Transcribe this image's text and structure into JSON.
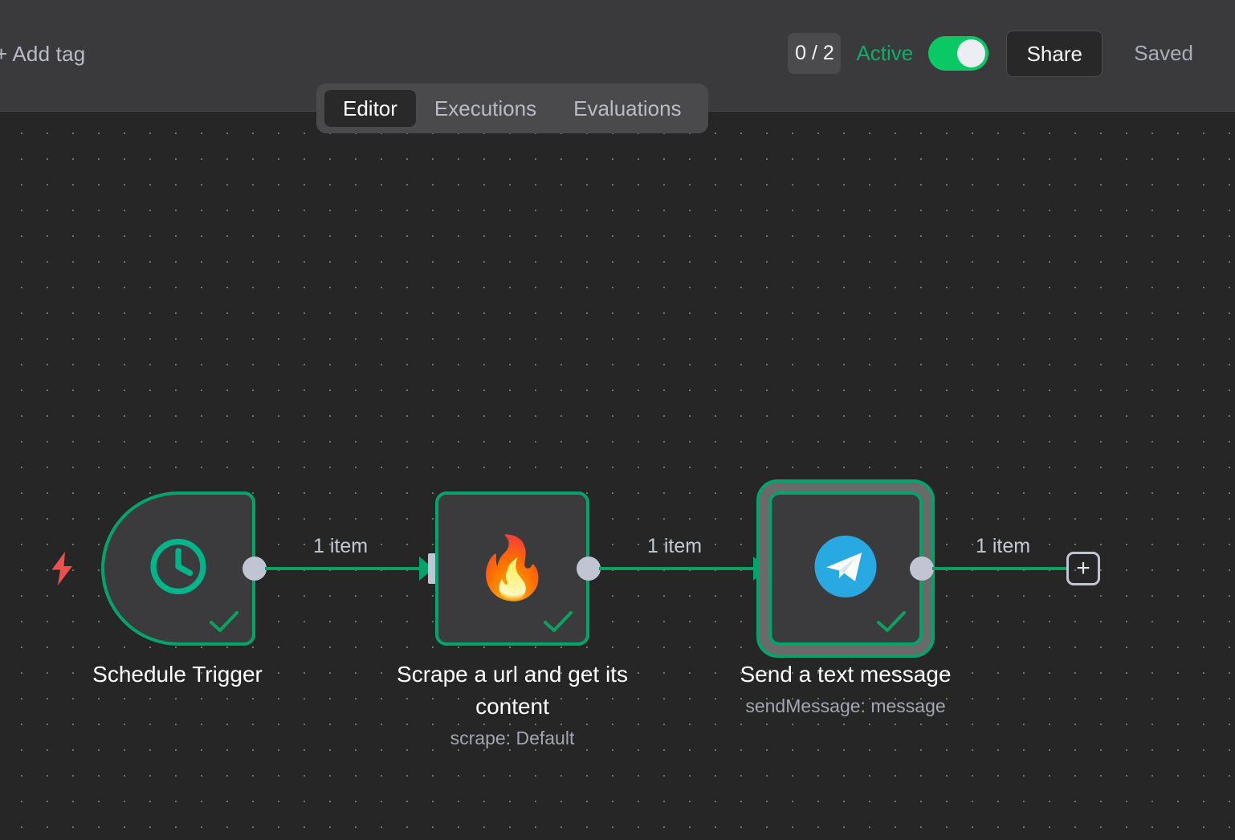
{
  "header": {
    "add_tag_label": "+ Add tag",
    "count_badge": "0 / 2",
    "active_label": "Active",
    "toggle_state": "on",
    "share_label": "Share",
    "saved_label": "Saved",
    "colors": {
      "header_bg": "#3a3a3c",
      "active_green": "#0ead6b",
      "toggle_green": "#0ac964"
    }
  },
  "tabs": [
    {
      "label": "Editor",
      "active": true
    },
    {
      "label": "Executions",
      "active": false
    },
    {
      "label": "Evaluations",
      "active": false
    }
  ],
  "canvas": {
    "background": "#262626",
    "dot_color": "#6c6c6c",
    "dot_spacing": 32,
    "nodes": [
      {
        "id": "schedule-trigger",
        "title": "Schedule Trigger",
        "subtitle": "",
        "icon": "clock-icon",
        "icon_color": "#00b589",
        "shape": "trigger",
        "status": "success",
        "selected": false,
        "has_trigger_bolt": true,
        "bolt_color": "#ee4f4f"
      },
      {
        "id": "firecrawl-scrape",
        "title": "Scrape a url and get its\ncontent",
        "subtitle": "scrape: Default",
        "icon": "fire-icon",
        "icon_color": "#f96c1b",
        "shape": "square",
        "status": "success",
        "selected": false,
        "has_trigger_bolt": false
      },
      {
        "id": "telegram-send-message",
        "title": "Send a text message",
        "subtitle": "sendMessage: message",
        "icon": "telegram-icon",
        "icon_color": "#29a9e1",
        "shape": "square",
        "status": "success",
        "selected": true,
        "has_trigger_bolt": false
      }
    ],
    "connections": [
      {
        "from": "schedule-trigger",
        "to": "firecrawl-scrape",
        "label": "1 item"
      },
      {
        "from": "firecrawl-scrape",
        "to": "telegram-send-message",
        "label": "1 item"
      },
      {
        "from": "telegram-send-message",
        "to": "add-node-button",
        "label": "1 item"
      }
    ],
    "add_node_button": {
      "label": "+"
    },
    "node_border_color": "#04a36c",
    "wire_color": "#09a263",
    "selection_ring_color": "#6a6a6a"
  }
}
